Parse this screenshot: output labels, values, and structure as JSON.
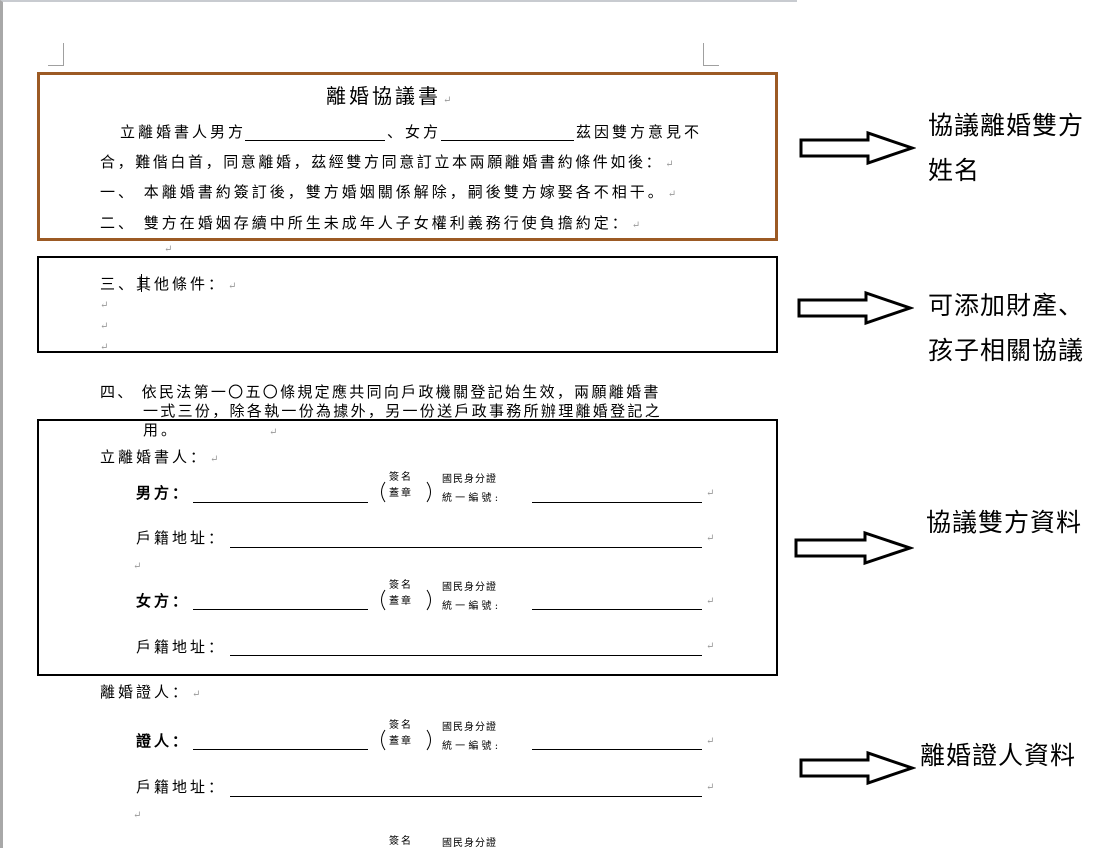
{
  "document": {
    "title": "離婚協議書",
    "intro_line1_a": "立離婚書人男方",
    "intro_line1_b": "、女方",
    "intro_line1_c": "茲因雙方意見不",
    "intro_line2": "合，難偕白首，同意離婚，茲經雙方同意訂立本兩願離婚書約條件如後：",
    "clause1": "一、 本離婚書約簽訂後，雙方婚姻關係解除，嗣後雙方嫁娶各不相干。",
    "clause2": "二、 雙方在婚姻存續中所生未成年人子女權利義務行使負擔約定：",
    "clause3": "三、其他條件：",
    "clause4_line1": "四、 依民法第一〇五〇條規定應共同向戶政機關登記始生效，兩願離婚書",
    "clause4_line2": "一式三份，除各執一份為據外，另一份送戶政事務所辦理離婚登記之",
    "clause4_line3": "用。",
    "signers_heading": "立離婚書人：",
    "male_label": "男方：",
    "female_label": "女方：",
    "witness_heading": "離婚證人：",
    "witness_label": "證人：",
    "address_label": "戶籍地址：",
    "sign_top": "簽名",
    "sign_bottom": "蓋章",
    "id_top": "國民身分證",
    "id_bottom": "統 一 編 號",
    "pilcrow": "↵"
  },
  "annotations": {
    "names": [
      "協議離婚雙方",
      "姓名"
    ],
    "conditions": [
      "可添加財產、",
      "孩子相關協議"
    ],
    "parties": "協議雙方資料",
    "witness": "離婚證人資料"
  },
  "colors": {
    "highlight_box": "#9c5a24",
    "box": "#000000"
  }
}
